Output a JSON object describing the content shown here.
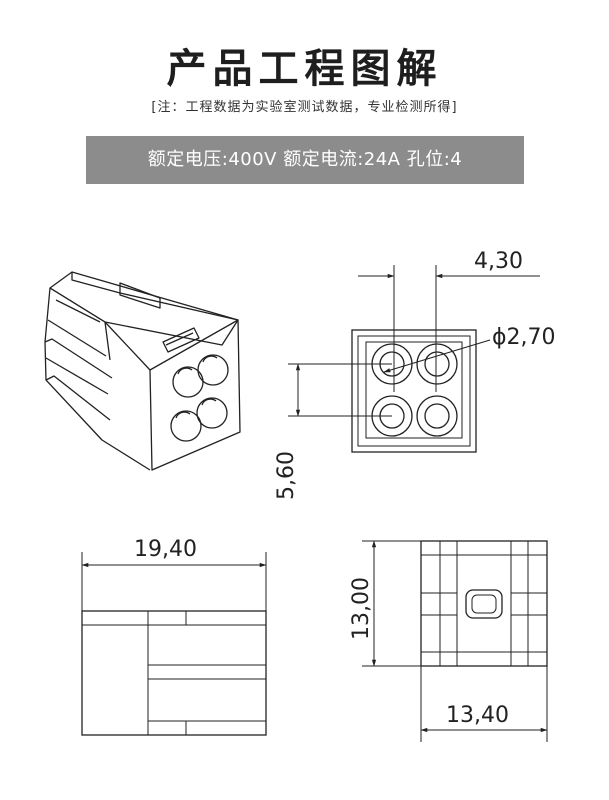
{
  "header": {
    "title": "产品工程图解",
    "note": "[注：工程数据为实验室测试数据，专业检测所得]"
  },
  "spec_bar": {
    "text": "额定电压:400V 额定电流:24A 孔位:4"
  },
  "dimensions": {
    "pitch": "4,30",
    "hole_diameter": "ϕ2,70",
    "front_height": "5,60",
    "length": "19,40",
    "height": "13,00",
    "width": "13,40"
  },
  "colors": {
    "line": "#222222",
    "spec_bar_bg": "#8c8c8c",
    "spec_bar_text": "#ffffff"
  }
}
